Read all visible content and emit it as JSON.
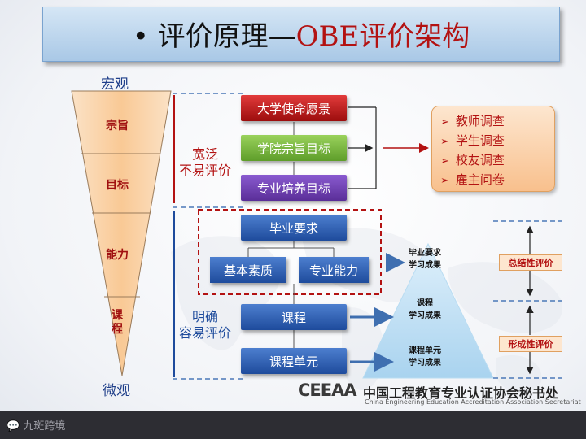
{
  "title": {
    "prefix": "• 评价原理—",
    "accent": "OBE评价架构"
  },
  "funnel": {
    "top_label": "宏观",
    "bottom_label": "微观",
    "segments": [
      "宗旨",
      "目标",
      "能力",
      "课程"
    ]
  },
  "middle_labels": {
    "broad": "宽泛\n不易评价",
    "clear": "明确\n容易评价"
  },
  "center_boxes": {
    "vision": "大学使命愿景",
    "college_goal": "学院宗旨目标",
    "program_goal": "专业培养目标",
    "grad_req": "毕业要求",
    "basic_quality": "基本素质",
    "pro_ability": "专业能力",
    "course": "课程",
    "course_unit": "课程单元"
  },
  "survey": [
    "教师调查",
    "学生调查",
    "校友调查",
    "雇主问卷"
  ],
  "pyramid": {
    "top": "毕业要求\n学习成果",
    "middle": "课程\n学习成果",
    "bottom": "课程单元\n学习成果"
  },
  "evaluation": {
    "summative": "总结性评价",
    "formative": "形成性评价"
  },
  "footer": {
    "logo": "CEEAA",
    "org_cn": "中国工程教育专业认证协会秘书处",
    "org_en": "China Engineering Education Accreditation Association Secretariat",
    "watermark": "九斑跨境"
  },
  "colors": {
    "red": "#b31212",
    "blue": "#1e4b9c",
    "funnel": "#fbd3a8",
    "pyramid": "#b9dcf2"
  }
}
